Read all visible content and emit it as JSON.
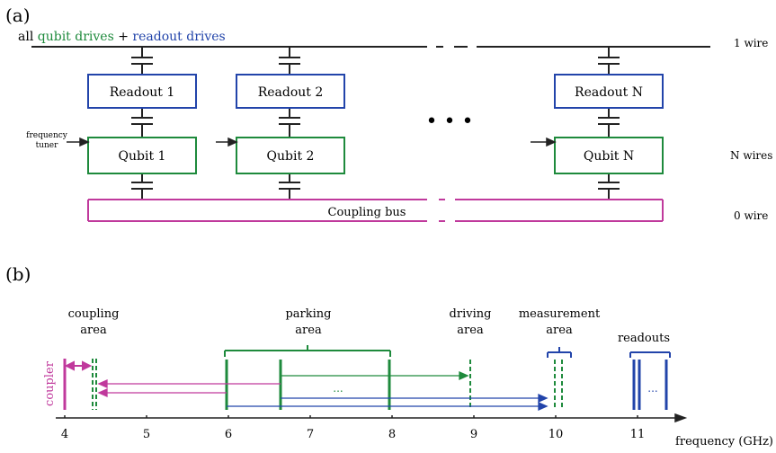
{
  "panel_a": {
    "label": "(a)",
    "drive_prefix": "all ",
    "drive_qubit": "qubit drives",
    "drive_plus": " + ",
    "drive_readout": "readout drives",
    "wires_1": "1 wire",
    "wires_n": "N wires",
    "wires_0": "0 wire",
    "tuner_line1": "frequency",
    "tuner_line2": "tuner",
    "readouts": [
      "Readout 1",
      "Readout 2",
      "Readout N"
    ],
    "qubits": [
      "Qubit 1",
      "Qubit 2",
      "Qubit N"
    ],
    "coupling_bus": "Coupling bus",
    "ellipsis": "• • •"
  },
  "panel_b": {
    "label": "(b)",
    "coupler_label": "coupler",
    "areas": [
      {
        "line1": "coupling",
        "line2": "area"
      },
      {
        "line1": "parking",
        "line2": "area"
      },
      {
        "line1": "driving",
        "line2": "area"
      },
      {
        "line1": "measurement",
        "line2": "area"
      }
    ],
    "readouts_label": "readouts",
    "dots_parking": "...",
    "dots_readout": "...",
    "axis_title": "frequency (GHz)",
    "ticks": [
      "4",
      "5",
      "6",
      "7",
      "8",
      "9",
      "10",
      "11"
    ]
  },
  "colors": {
    "green": "#1e8a3c",
    "blue": "#2244aa",
    "magenta": "#c0399c",
    "black": "#222222"
  }
}
